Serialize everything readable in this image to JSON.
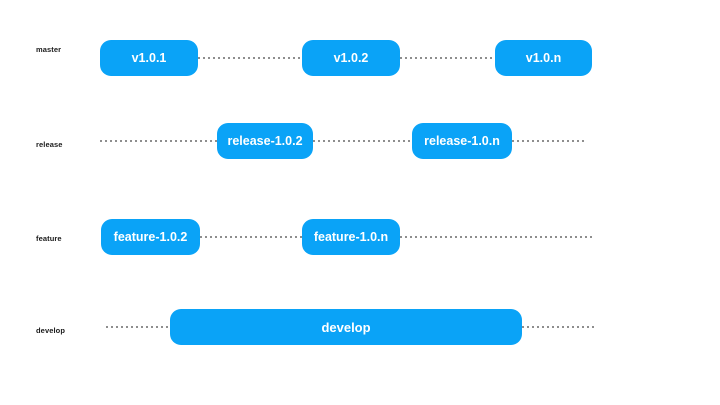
{
  "diagram": {
    "type": "git-branching-diagram",
    "colors": {
      "background": "#FFFFFF",
      "node_fill": "#0AA3F7",
      "node_text": "#FFFFFF",
      "line_dots": "#8E8E8E",
      "branch_label": "#1A1A1A"
    },
    "rows": [
      {
        "label": "master",
        "nodes": [
          {
            "label": "v1.0.1"
          },
          {
            "label": "v1.0.2"
          },
          {
            "label": "v1.0.n"
          }
        ]
      },
      {
        "label": "release",
        "nodes": [
          {
            "label": "release-1.0.2"
          },
          {
            "label": "release-1.0.n"
          }
        ]
      },
      {
        "label": "feature",
        "nodes": [
          {
            "label": "feature-1.0.2"
          },
          {
            "label": "feature-1.0.n"
          }
        ]
      },
      {
        "label": "develop",
        "nodes": [
          {
            "label": "develop"
          }
        ]
      }
    ]
  }
}
